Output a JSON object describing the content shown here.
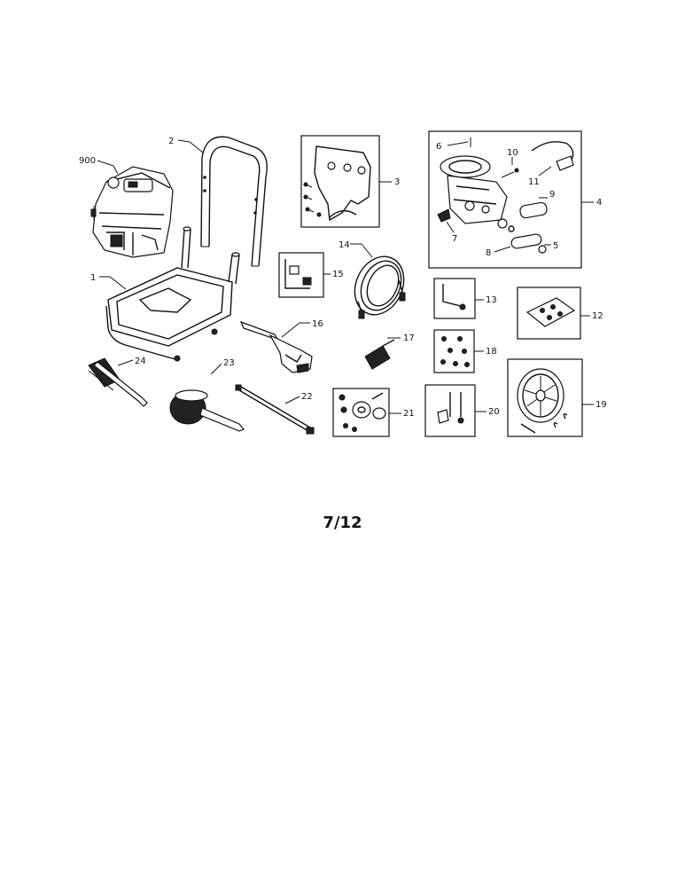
{
  "labels": {
    "l900": "900",
    "l2": "2",
    "l3": "3",
    "l4": "4",
    "l5": "5",
    "l6": "6",
    "l7": "7",
    "l8": "8",
    "l9": "9",
    "l10": "10",
    "l11": "11",
    "l1": "1",
    "l14": "14",
    "l15": "15",
    "l16": "16",
    "l17": "17",
    "l13": "13",
    "l12": "12",
    "l18": "18",
    "l24": "24",
    "l23": "23",
    "l22": "22",
    "l21": "21",
    "l20": "20",
    "l19": "19"
  },
  "page_number": "7/12"
}
